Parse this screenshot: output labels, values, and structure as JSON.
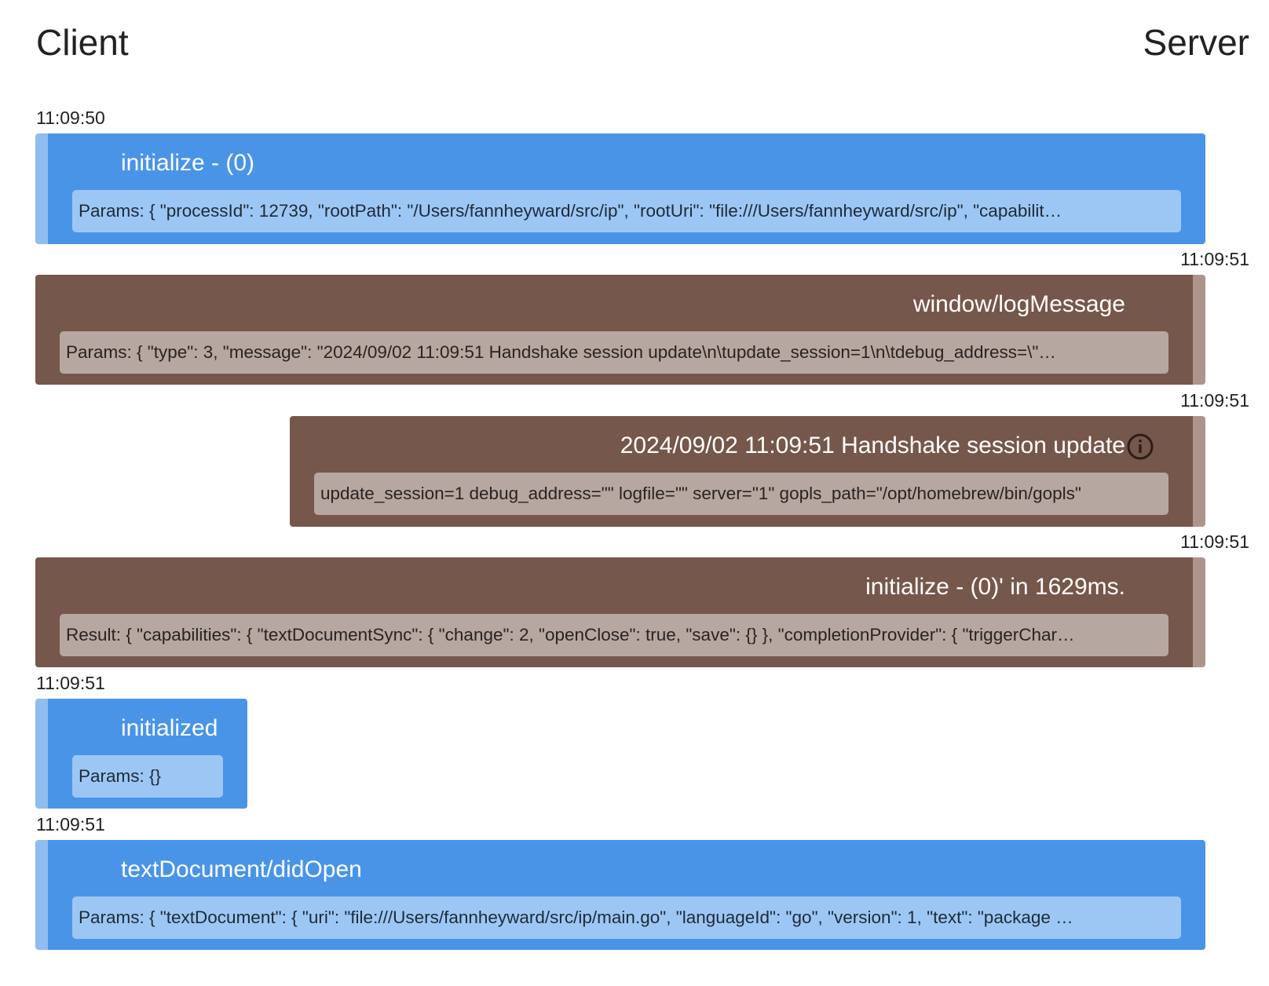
{
  "header": {
    "left_label": "Client",
    "right_label": "Server"
  },
  "messages": [
    {
      "timestamp": "11:09:50",
      "side": "client",
      "title": "initialize - (0)",
      "params": "Params: { \"processId\": 12739, \"rootPath\": \"/Users/fannheyward/src/ip\", \"rootUri\": \"file:///Users/fannheyward/src/ip\", \"capabilit…"
    },
    {
      "timestamp": "11:09:51",
      "side": "server",
      "title": "window/logMessage",
      "params": "Params: { \"type\": 3, \"message\": \"2024/09/02 11:09:51 Handshake session update\\n\\tupdate_session=1\\n\\tdebug_address=\\\"…"
    },
    {
      "timestamp": "11:09:51",
      "side": "server",
      "title": "2024/09/02 11:09:51 Handshake session update",
      "icon": "info-icon",
      "params": "update_session=1 debug_address=\"\" logfile=\"\" server=\"1\" gopls_path=\"/opt/homebrew/bin/gopls\""
    },
    {
      "timestamp": "11:09:51",
      "side": "server",
      "title": "initialize - (0)' in 1629ms.",
      "params": "Result: { \"capabilities\": { \"textDocumentSync\": { \"change\": 2, \"openClose\": true, \"save\": {} }, \"completionProvider\": { \"triggerChar…"
    },
    {
      "timestamp": "11:09:51",
      "side": "client",
      "title": "initialized",
      "params": "Params: {}"
    },
    {
      "timestamp": "11:09:51",
      "side": "client",
      "title": "textDocument/didOpen",
      "params": "Params: { \"textDocument\": { \"uri\": \"file:///Users/fannheyward/src/ip/main.go\", \"languageId\": \"go\", \"version\": 1, \"text\": \"package …"
    }
  ],
  "colors": {
    "client_bg": "#4a94e8",
    "client_params_bg": "#9cc7f5",
    "server_bg": "#76574b",
    "server_params_bg": "#b6a7a1"
  }
}
